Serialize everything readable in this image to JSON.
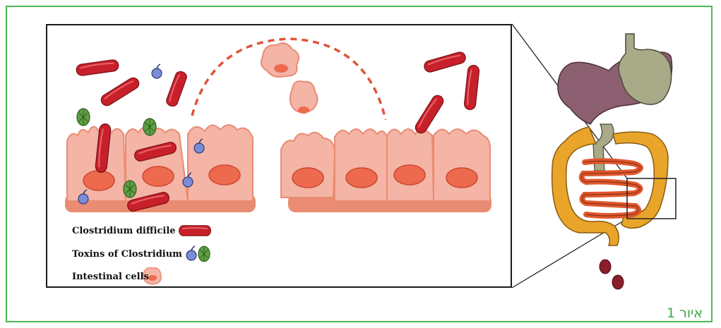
{
  "legend": {
    "items": [
      {
        "label": "Clostridium difficile",
        "icon": "bacterium-icon"
      },
      {
        "label": "Toxins of Clostridium",
        "icon": "toxin-icon"
      },
      {
        "label": "Intestinal cells",
        "icon": "intestinal-cell-icon"
      }
    ]
  },
  "caption": "איור 1",
  "colors": {
    "frame": "#4cb84f",
    "caption": "#3aa842",
    "bacterium": "#c8202a",
    "cell_fill": "#f4b4a6",
    "cell_nucleus": "#ee6a4f",
    "cell_base": "#e98c73",
    "toxin_blue": "#7b8cd6",
    "toxin_green": "#5fa044",
    "colon": "#e8a52a",
    "small_intestine": "#e0562c",
    "liver": "#8c6070",
    "stomach": "#a8aa88"
  }
}
